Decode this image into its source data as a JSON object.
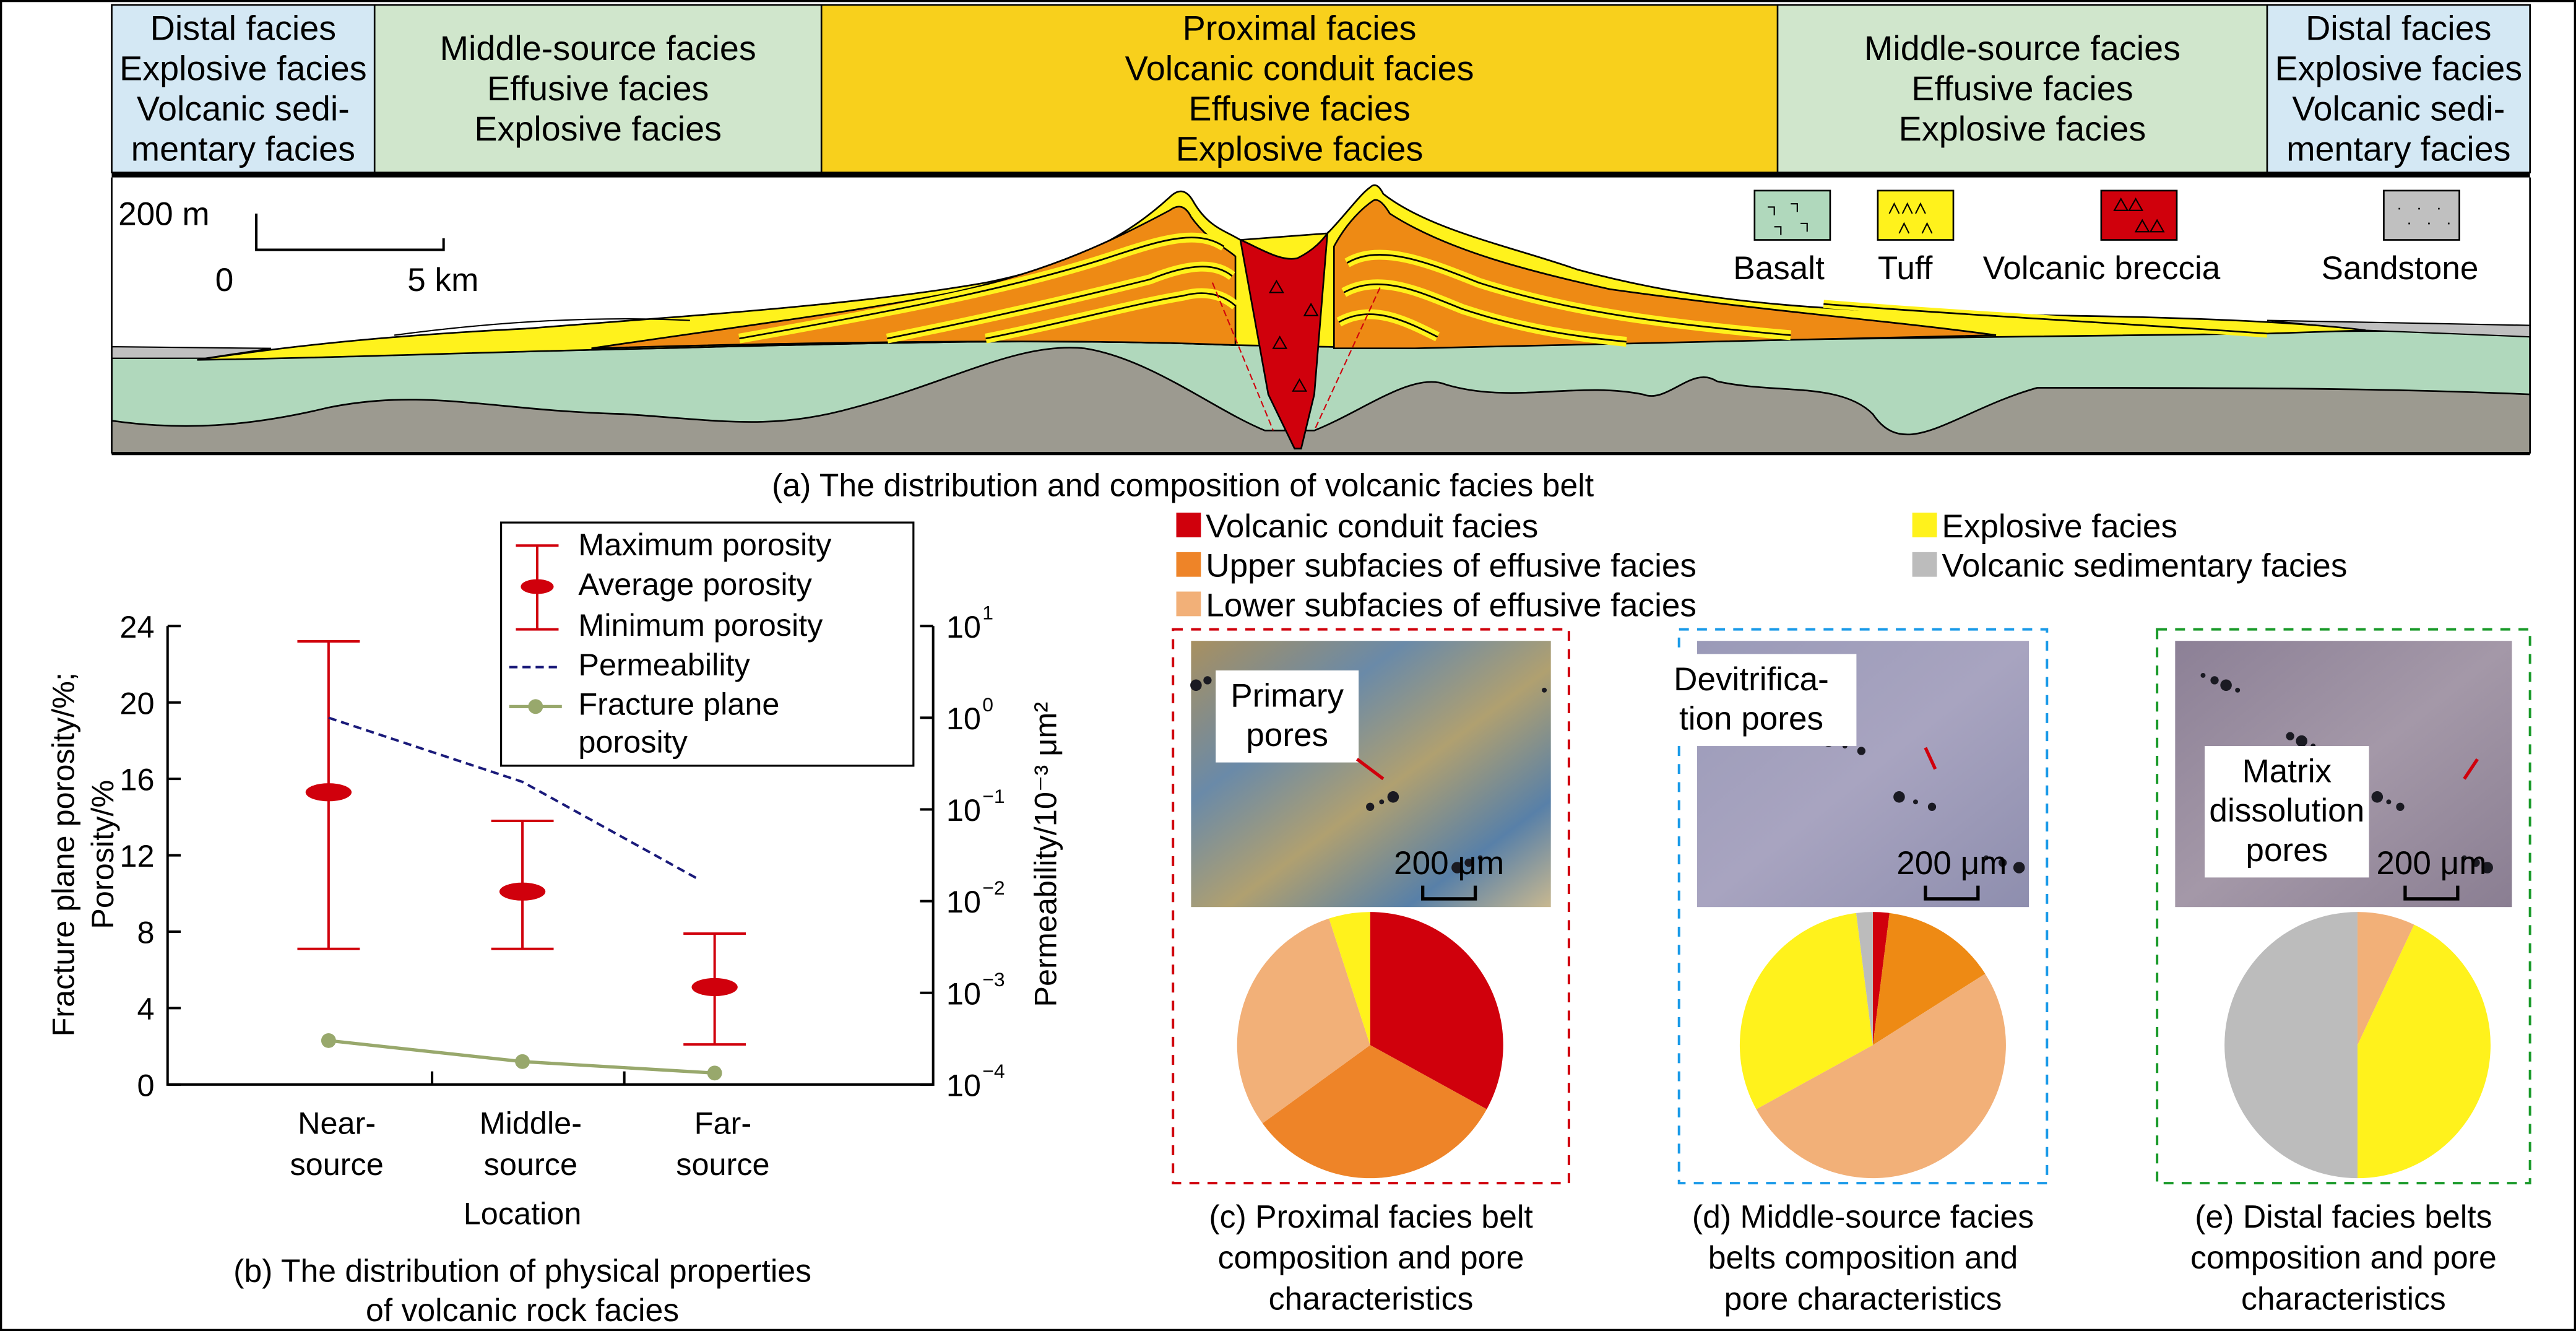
{
  "header_columns": [
    {
      "lines": [
        "Distal facies",
        "Explosive facies",
        "Volcanic sedi-",
        "mentary facies"
      ],
      "color": "#d4e8f4"
    },
    {
      "lines": [
        "Middle-source facies",
        "Effusive facies",
        "Explosive facies"
      ],
      "color": "#d0e6cc"
    },
    {
      "lines": [
        "Proximal facies",
        "Volcanic conduit facies",
        "Effusive facies",
        "Explosive facies"
      ],
      "color": "#f8d01c"
    },
    {
      "lines": [
        "Middle-source facies",
        "Effusive facies",
        "Explosive facies"
      ],
      "color": "#d0e6cc"
    },
    {
      "lines": [
        "Distal facies",
        "Explosive facies",
        "Volcanic sedi-",
        "mentary facies"
      ],
      "color": "#d4e8f4"
    }
  ],
  "section": {
    "scale_vertical": "200 m",
    "scale_zero": "0",
    "scale_horizontal": "5 km",
    "legend": [
      {
        "label": "Basalt",
        "color": "#b0d8bc"
      },
      {
        "label": "Tuff",
        "color": "#fff21c"
      },
      {
        "label": "Volcanic breccia",
        "color": "#d0000c"
      },
      {
        "label": "Sandstone",
        "color": "#c0c0c0"
      }
    ],
    "caption": "(a) The distribution and composition of volcanic facies belt"
  },
  "chart_data": {
    "type": "errorbar+line",
    "categories": [
      "Near-source",
      "Middle-source",
      "Far-source"
    ],
    "category_lines": [
      [
        "Near-",
        "source"
      ],
      [
        "Middle-",
        "source"
      ],
      [
        "Far-",
        "source"
      ]
    ],
    "xlabel": "Location",
    "ylabel_left": [
      "Fracture plane porosity/%;",
      "Porosity/%"
    ],
    "ylabel_right": "Permeability/10⁻³ μm²",
    "ylim_left": [
      0,
      24
    ],
    "yticks_left": [
      "0",
      "4",
      "8",
      "12",
      "16",
      "20",
      "24"
    ],
    "ylim_right_log10": [
      -4,
      1
    ],
    "yticks_right": [
      {
        "base": "10",
        "exp": "−4"
      },
      {
        "base": "10",
        "exp": "−3"
      },
      {
        "base": "10",
        "exp": "−2"
      },
      {
        "base": "10",
        "exp": "−1"
      },
      {
        "base": "10",
        "exp": "0"
      },
      {
        "base": "10",
        "exp": "1"
      }
    ],
    "series": [
      {
        "name": "Maximum porosity",
        "values": [
          23.2,
          13.8,
          7.9
        ]
      },
      {
        "name": "Average porosity",
        "values": [
          15.3,
          10.1,
          5.1
        ]
      },
      {
        "name": "Minimum porosity",
        "values": [
          7.1,
          7.1,
          2.1
        ]
      },
      {
        "name": "Permeability",
        "values": [
          1.0,
          0.2,
          0.017
        ],
        "axis": "right"
      },
      {
        "name": "Fracture plane porosity",
        "values": [
          2.3,
          1.2,
          0.6
        ]
      }
    ],
    "legend_lines": [
      "Maximum porosity",
      "Average porosity",
      "Minimum porosity",
      "Permeability",
      "Fracture plane",
      "porosity"
    ],
    "caption": [
      "(b) The distribution of physical properties",
      "of volcanic rock facies"
    ],
    "colors": {
      "porosity": "#d0000c",
      "permeability": "#1a1a7a",
      "fracture": "#98a86c"
    }
  },
  "pie_legend": [
    {
      "label": "Volcanic conduit facies",
      "color": "#d0000c"
    },
    {
      "label": "Upper subfacies of effusive facies",
      "color": "#ee8428"
    },
    {
      "label": "Lower subfacies of effusive facies",
      "color": "#f2b078"
    },
    {
      "label": "Explosive facies",
      "color": "#fff21c"
    },
    {
      "label": "Volcanic sedimentary facies",
      "color": "#bcbcbc"
    }
  ],
  "pies": [
    {
      "id": "c",
      "border": "#d0000c",
      "pore_label": [
        "Primary",
        "pores"
      ],
      "scale": "200 μm",
      "slices": [
        {
          "name": "Volcanic conduit facies",
          "value": 33,
          "color": "#d0000c"
        },
        {
          "name": "Upper subfacies of effusive facies",
          "value": 32,
          "color": "#ee8428"
        },
        {
          "name": "Lower subfacies of effusive facies",
          "value": 30,
          "color": "#f2b078"
        },
        {
          "name": "Explosive facies",
          "value": 5,
          "color": "#fff21c"
        }
      ],
      "caption": [
        "(c) Proximal facies belt",
        "composition and pore",
        "characteristics"
      ]
    },
    {
      "id": "d",
      "border": "#1a9ae8",
      "pore_label": [
        "Devitrifica-",
        "tion pores"
      ],
      "scale": "200 μm",
      "slices": [
        {
          "name": "Volcanic conduit facies",
          "value": 2,
          "color": "#d0000c"
        },
        {
          "name": "Upper subfacies of effusive facies",
          "value": 14,
          "color": "#ee8a14"
        },
        {
          "name": "Lower subfacies of effusive facies",
          "value": 51,
          "color": "#f2b078"
        },
        {
          "name": "Explosive facies",
          "value": 31,
          "color": "#fff21c"
        },
        {
          "name": "Volcanic sedimentary facies",
          "value": 2,
          "color": "#bcbcbc"
        }
      ],
      "caption": [
        "(d) Middle-source facies",
        "belts composition and",
        "pore characteristics"
      ]
    },
    {
      "id": "e",
      "border": "#1a9a2a",
      "pore_label": [
        "Matrix",
        "dissolution",
        "pores"
      ],
      "scale": "200 μm",
      "slices": [
        {
          "name": "Lower subfacies of effusive facies",
          "value": 7,
          "color": "#f2b078"
        },
        {
          "name": "Explosive facies",
          "value": 43,
          "color": "#fff21c"
        },
        {
          "name": "Volcanic sedimentary facies",
          "value": 50,
          "color": "#bcbcbc"
        }
      ],
      "caption": [
        "(e) Distal facies belts",
        "composition and pore",
        "characteristics"
      ]
    }
  ]
}
